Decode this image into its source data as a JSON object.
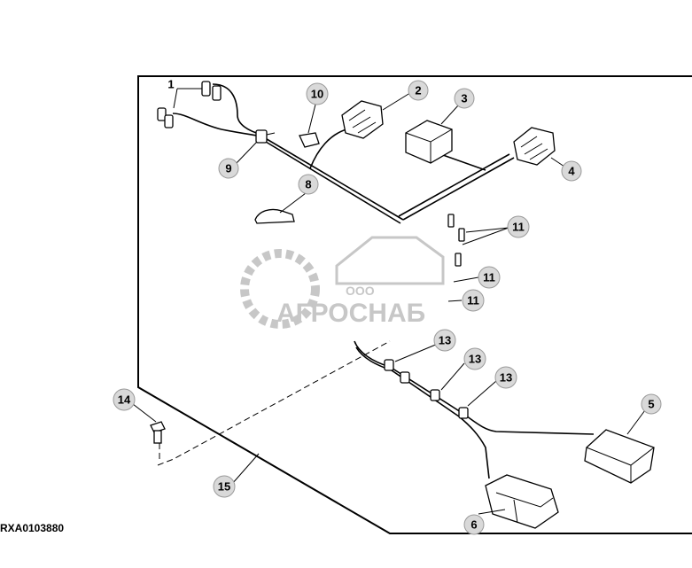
{
  "figure": {
    "reference_code": "RXA0103880",
    "callouts": [
      "1",
      "2",
      "3",
      "4",
      "5",
      "6",
      "8",
      "9",
      "10",
      "11",
      "13",
      "14",
      "15"
    ]
  },
  "watermark": {
    "company_prefix": "ООО",
    "company_name": "АГРОСНАБ"
  }
}
